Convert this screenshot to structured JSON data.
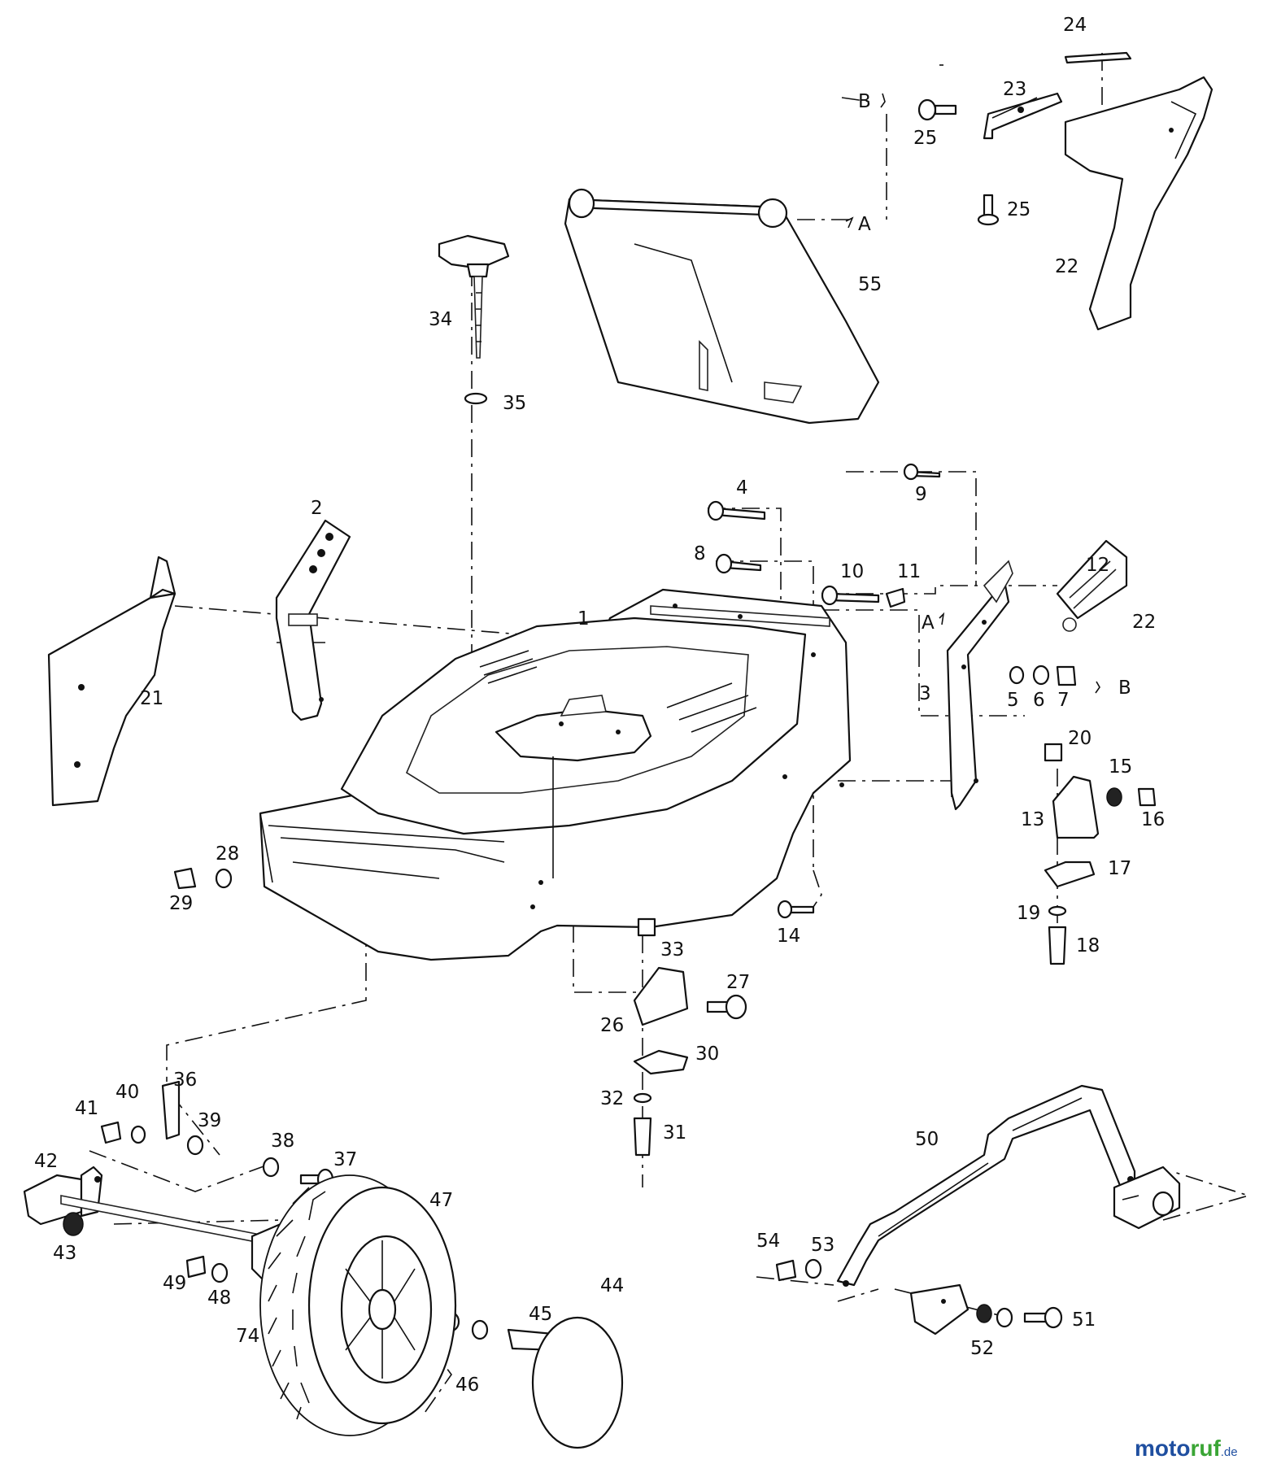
{
  "diagram": {
    "callouts": {
      "p1": "1",
      "p2": "2",
      "p3": "3",
      "p4": "4",
      "p5": "5",
      "p6": "6",
      "p7": "7",
      "p8": "8",
      "p9": "9",
      "p10": "10",
      "p11": "11",
      "p12": "12",
      "p13": "13",
      "p14": "14",
      "p15": "15",
      "p16": "16",
      "p17": "17",
      "p18": "18",
      "p19": "19",
      "p20": "20",
      "p21": "21",
      "p22": "22",
      "p22b": "22",
      "p23": "23",
      "p24": "24",
      "p25a": "25",
      "p25b": "25",
      "p26": "26",
      "p27": "27",
      "p28": "28",
      "p29": "29",
      "p30": "30",
      "p31": "31",
      "p32": "32",
      "p33": "33",
      "p34": "34",
      "p35": "35",
      "p36": "36",
      "p37": "37",
      "p38": "38",
      "p39": "39",
      "p40": "40",
      "p41": "41",
      "p42": "42",
      "p43": "43",
      "p44": "44",
      "p45": "45",
      "p46": "46",
      "p47": "47",
      "p48": "48",
      "p49": "49",
      "p50": "50",
      "p51": "51",
      "p52": "52",
      "p53": "53",
      "p54": "54",
      "p55": "55",
      "p74": "74"
    },
    "references": {
      "a_top": "A",
      "a_mid": "A",
      "b_top": "B",
      "b_mid": "B"
    }
  },
  "watermark": {
    "brand_moto": "moto",
    "brand_ruf": "ruf",
    "suffix": ".de",
    "colors": {
      "moto": "#1f4fa0",
      "ruf": "#3aa535",
      "suffix": "#1f4fa0"
    }
  }
}
